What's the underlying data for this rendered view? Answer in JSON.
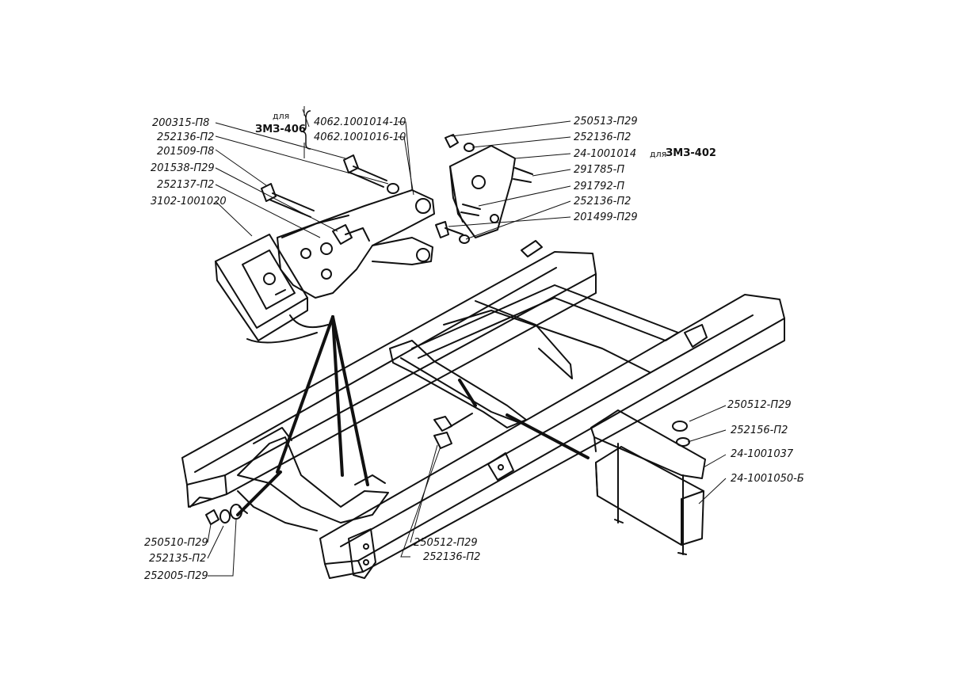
{
  "labels": {
    "p200315": "200315-П8",
    "p252136a": "252136-П2",
    "p201509": "201509-П8",
    "p201538": "201538-П29",
    "p252137": "252137-П2",
    "p3102": "3102-1001020",
    "note_dlya_top": "для",
    "note_zmz406": "ЗМЗ-406",
    "p4062_14": "4062.1001014-10",
    "p4062_16": "4062.1001016-10",
    "p250513": "250513-П29",
    "p252136b": "252136-П2",
    "p24_1001014": "24-1001014",
    "note_dlya_402": "для",
    "note_zmz402": "ЗМЗ-402",
    "p291785": "291785-П",
    "p291792": "291792-П",
    "p252136c": "252136-П2",
    "p201499": "201499-П29",
    "p250512a": "250512-П29",
    "p252156": "252156-П2",
    "p24_1001037": "24-1001037",
    "p24_1001050": "24-1001050-Б",
    "p250510": "250510-П29",
    "p252135": "252135-П2",
    "p252005": "252005-П29",
    "p250512b": "250512-П29",
    "p252136d": "252136-П2"
  },
  "colors": {
    "ink": "#111111",
    "paper": "#ffffff"
  }
}
